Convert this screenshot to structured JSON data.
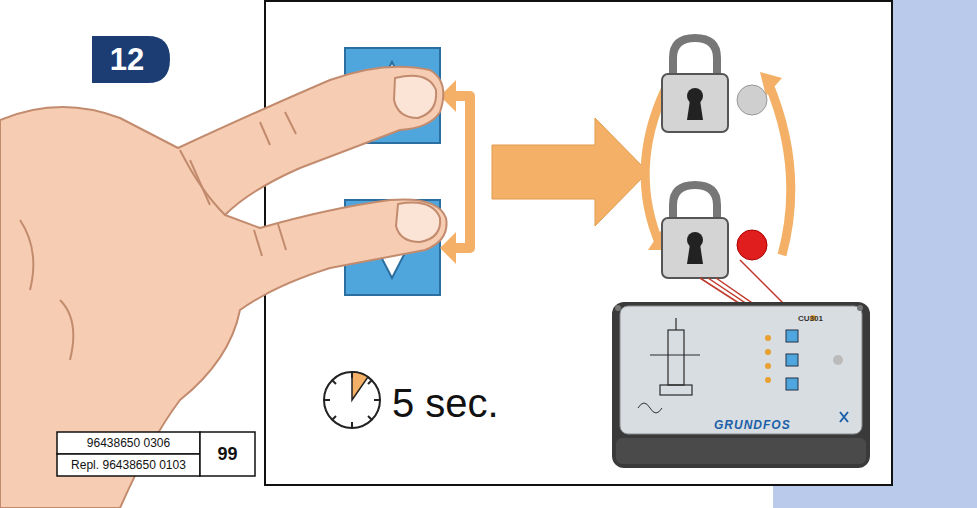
{
  "diagram": {
    "nodes": [
      {
        "text": [
          "12"
        ]
      },
      {
        "text": [
          "CU301",
          "GRUNDFOS"
        ]
      }
    ],
    "labels": [
      "5 sec.",
      "96438650 0306",
      "Repl. 96438650 0103",
      "99"
    ]
  }
}
